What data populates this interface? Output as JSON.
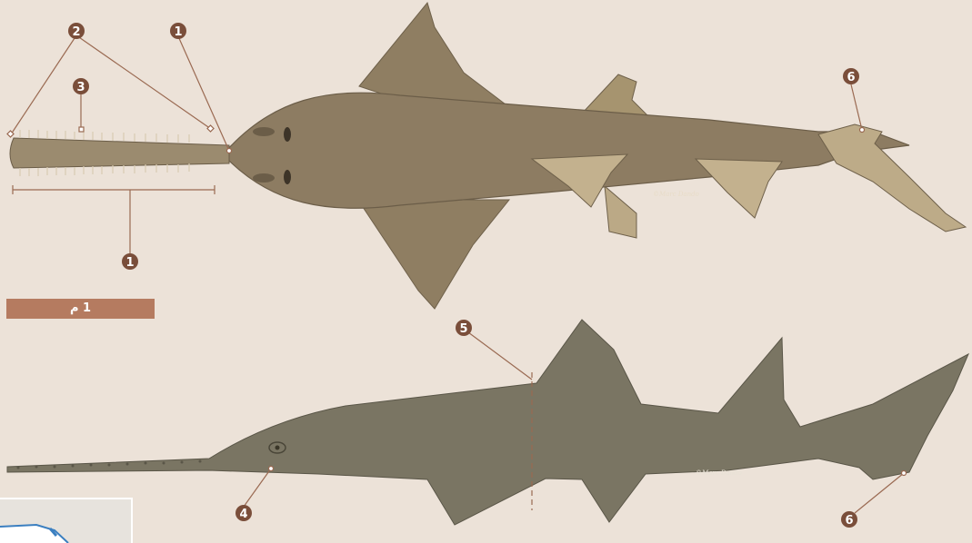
{
  "figure": {
    "callouts": {
      "rostrum_base_top": "1",
      "rostrum_length": "1",
      "rostrum_tip": "2",
      "rostral_tooth": "3",
      "mouth": "4",
      "dorsal_fin_position": "5",
      "tail_top_view": "6",
      "tail_side_view": "6"
    },
    "scale_bar_label": "1 م",
    "credit_top": "©Marc Dando",
    "credit_side": "©Marc Dando"
  },
  "colors": {
    "background": "#ece2d8",
    "shark_top_body": "#8d7c62",
    "shark_top_fins": "#c3b18e",
    "shark_side_body": "#7a7563",
    "callout_badge": "#7a4e3a",
    "leader_line": "#9a6a52",
    "scale_bar": "#b57b60"
  }
}
